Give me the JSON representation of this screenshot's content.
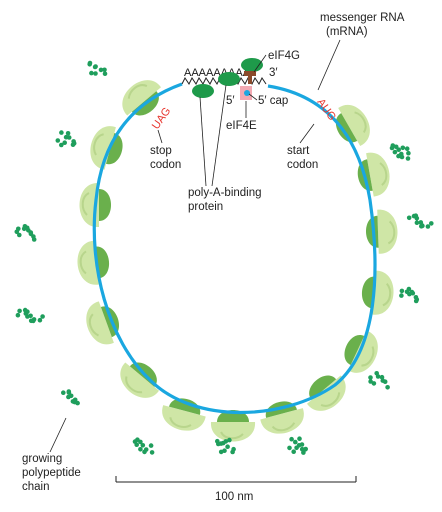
{
  "labels": {
    "mrna": "messenger RNA",
    "mrna_abbr": "(mRNA)",
    "three_prime": "3′",
    "poly_a": "AAAAAAAAA",
    "eif4g": "eIF4G",
    "five_prime": "5′",
    "five_cap": "5′ cap",
    "eif4e": "eIF4E",
    "uag": "UAG",
    "aug": "AUG",
    "stop_codon_1": "stop",
    "stop_codon_2": "codon",
    "start_codon_1": "start",
    "start_codon_2": "codon",
    "pabp_1": "poly-A-binding",
    "pabp_2": "protein",
    "growing_1": "growing",
    "growing_2": "polypeptide",
    "growing_3": "chain",
    "scale": "100 nm"
  },
  "colors": {
    "mrna_strand": "#1aa7e0",
    "ribosome_light": "#cfe6a6",
    "ribosome_dark": "#6ab04c",
    "peptide_bead": "#1f9e5c",
    "pabp": "#1e9a4a",
    "eif4g": "#8b4a2b",
    "eif4e": "#f2a9b2",
    "codon_red": "#e8352e",
    "text": "#222222"
  }
}
